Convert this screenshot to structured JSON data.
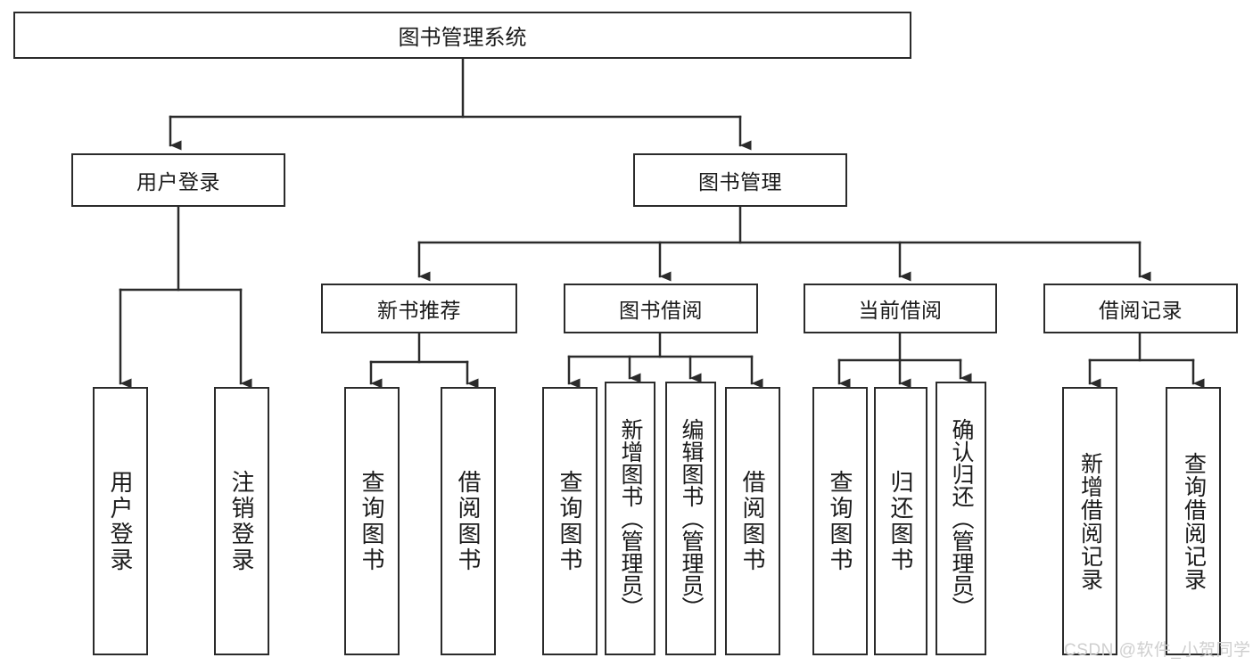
{
  "diagram": {
    "title": "图书管理系统",
    "type": "tree-structure-chart",
    "watermark": "CSDN @软件_小贺同学",
    "colors": {
      "background": "#ffffff",
      "stroke": "#2b2b2b",
      "text": "#1b1b1b",
      "watermark": "#cfcfcf"
    },
    "nodes": {
      "root": {
        "label": "图书管理系统"
      },
      "level1": [
        {
          "id": "user-login",
          "label": "用户登录"
        },
        {
          "id": "book-manage",
          "label": "图书管理"
        }
      ],
      "level2": [
        {
          "id": "new-book-recommend",
          "label": "新书推荐"
        },
        {
          "id": "book-borrow",
          "label": "图书借阅"
        },
        {
          "id": "current-borrow",
          "label": "当前借阅"
        },
        {
          "id": "borrow-record",
          "label": "借阅记录"
        }
      ],
      "leaves": {
        "user-login": [
          {
            "id": "leaf-user-login",
            "label": "用户登录"
          },
          {
            "id": "leaf-logout-login",
            "label": "注销登录"
          }
        ],
        "new-book-recommend": [
          {
            "id": "leaf-query-book-1",
            "label": "查询图书"
          },
          {
            "id": "leaf-borrow-book-1",
            "label": "借阅图书"
          }
        ],
        "book-borrow": [
          {
            "id": "leaf-query-book-2",
            "label": "查询图书"
          },
          {
            "id": "leaf-add-book",
            "label": "新增图书（管理员）"
          },
          {
            "id": "leaf-edit-book",
            "label": "编辑图书（管理员）"
          },
          {
            "id": "leaf-borrow-book-2",
            "label": "借阅图书"
          }
        ],
        "current-borrow": [
          {
            "id": "leaf-query-book-3",
            "label": "查询图书"
          },
          {
            "id": "leaf-return-book",
            "label": "归还图书"
          },
          {
            "id": "leaf-confirm-return",
            "label": "确认归还（管理员）"
          }
        ],
        "borrow-record": [
          {
            "id": "leaf-add-record",
            "label": "新增借阅记录"
          },
          {
            "id": "leaf-query-record",
            "label": "查询借阅记录"
          }
        ]
      }
    }
  }
}
